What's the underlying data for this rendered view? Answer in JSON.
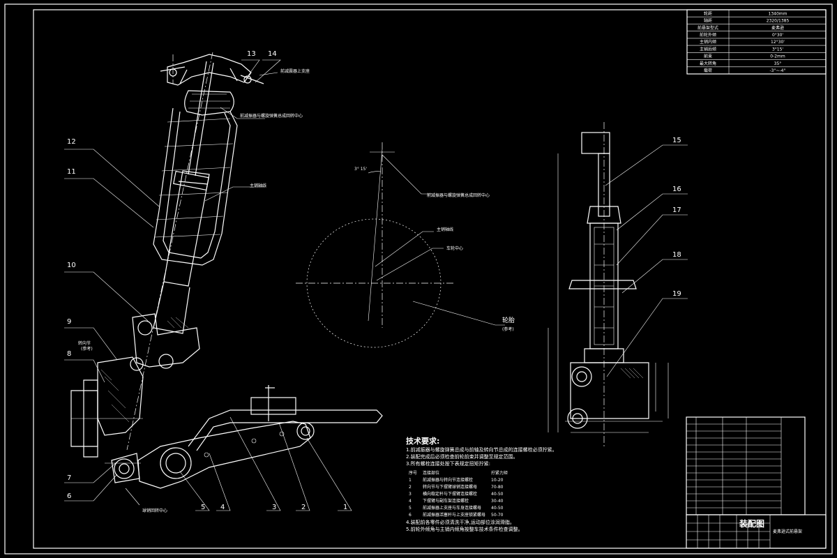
{
  "drawing": {
    "part_numbers": [
      "1",
      "2",
      "3",
      "4",
      "5",
      "6",
      "7",
      "8",
      "9",
      "10",
      "11",
      "12",
      "13",
      "14",
      "15",
      "16",
      "17",
      "18",
      "19"
    ],
    "callouts": {
      "wheel": "轮胎",
      "wheel_sub": "(参考)",
      "kingpin_axis": "主销轴线",
      "wheel_center": "车轮中心",
      "strut_rotation_center": "前减振器与螺旋弹簧总成回转中心",
      "upper_mount": "前减振器与螺旋弹簧总成回转中心",
      "steering_knuckle": "转向节",
      "steering_knuckle_sub": "(参考)",
      "ball_joint_center": "球销回转中心",
      "angle_label": "3° 15'",
      "top_label": "前减震器上支座",
      "shock_absorber": "主销轴线"
    }
  },
  "tech_requirements": {
    "title": "技术要求:",
    "notes": [
      "1.前减振器与螺旋弹簧总成与前轴及转向节总成的连接螺栓必须拧紧。",
      "2.装配完成后必须检查前轮前束并调整至规定范围。",
      "3.所有螺栓连接处按下表规定扭矩拧紧:"
    ],
    "table_header": [
      "序号",
      "连接部位",
      "拧紧力矩"
    ],
    "table_rows": [
      [
        "1",
        "前减振器与转向节连接螺栓",
        "10-20"
      ],
      [
        "2",
        "转向节与下摆臂球销连接螺母",
        "70-80"
      ],
      [
        "3",
        "横向稳定杆与下摆臂连接螺栓",
        "40-50"
      ],
      [
        "4",
        "下摆臂与副车架连接螺栓",
        "30-40"
      ],
      [
        "5",
        "前减振器上支座与车身连接螺母",
        "40-50"
      ],
      [
        "6",
        "前减振器活塞杆与上支座锁紧螺母",
        "50-70"
      ]
    ],
    "footer_notes": [
      "4.装配前各零件必须清洗干净,运动部位涂润滑脂。",
      "5.前轮外倾角与主销内倾角按整车技术条件检查调整。"
    ]
  },
  "params_table": {
    "rows": [
      [
        "轮距",
        "1340mm"
      ],
      [
        "轴距",
        "2320/1385"
      ],
      [
        "前悬架型式",
        "麦弗逊"
      ],
      [
        "前轮外倾",
        "0°30'"
      ],
      [
        "主销内倾",
        "12°30'"
      ],
      [
        "主销后倾",
        "3°15'"
      ],
      [
        "前束",
        "0-2mm"
      ],
      [
        "最大转角",
        "35°"
      ],
      [
        "载荷",
        "-3°~-4°"
      ]
    ]
  },
  "title_block": {
    "drawing_name": "装配图",
    "company": "麦弗逊式前悬架"
  }
}
